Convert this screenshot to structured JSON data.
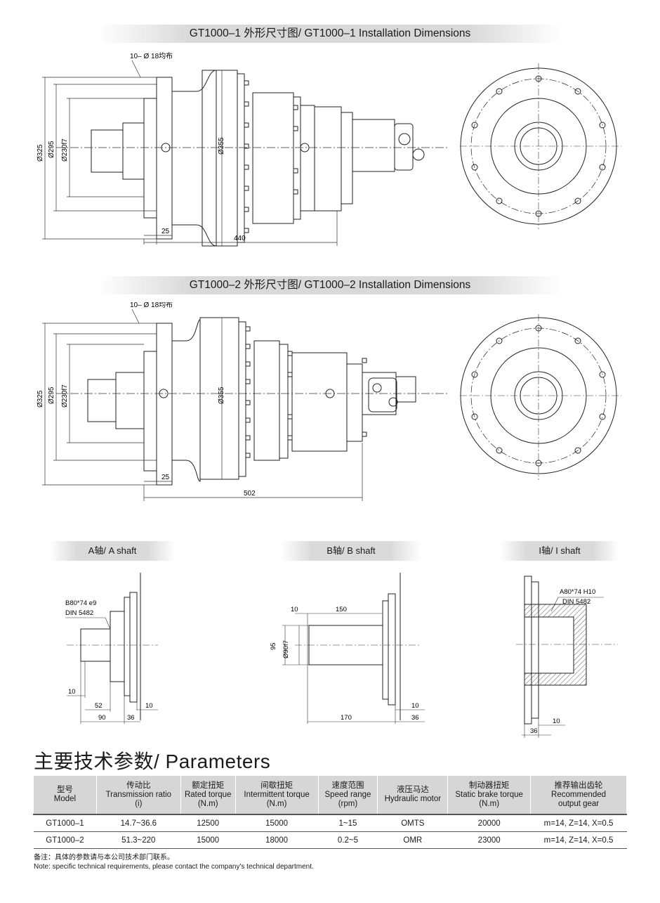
{
  "section1": {
    "title": "GT1000–1 外形尺寸图/ GT1000–1 Installation Dimensions",
    "hole_note": "10– Ø 18均布",
    "dims": {
      "d325": "Ø325",
      "d295": "Ø295",
      "d230": "Ø230f7",
      "d355": "Ø355",
      "flange": "25",
      "length": "440"
    }
  },
  "section2": {
    "title": "GT1000–2 外形尺寸图/ GT1000–2 Installation Dimensions",
    "hole_note": "10– Ø 18均布",
    "dims": {
      "d325": "Ø325",
      "d295": "Ø295",
      "d230": "Ø230f7",
      "d355": "Ø355",
      "flange": "25",
      "length": "502"
    }
  },
  "shafts": {
    "a": {
      "title": "A轴/ A shaft",
      "spline": "B80*74 e9",
      "std": "DIN 5482",
      "d10": "10",
      "d52": "52",
      "d90": "90",
      "d36": "36",
      "d10b": "10"
    },
    "b": {
      "title": "B轴/ B shaft",
      "d10": "10",
      "d150": "150",
      "d95": "95",
      "d90": "Ø90f7",
      "d10b": "10",
      "d170": "170",
      "d36": "36"
    },
    "i": {
      "title": "I轴/ I shaft",
      "spline": "A80*74  H10",
      "std": "DIN 5482",
      "d10": "10",
      "d36": "36"
    }
  },
  "params": {
    "title": "主要技术参数/ Parameters",
    "headers": [
      {
        "cn": "型号",
        "en": "Model",
        "unit": ""
      },
      {
        "cn": "传动比",
        "en": "Transmission ratio",
        "unit": "(i)"
      },
      {
        "cn": "额定扭矩",
        "en": "Rated torque",
        "unit": "(N.m)"
      },
      {
        "cn": "间歇扭矩",
        "en": "Intermittent torque",
        "unit": "(N.m)"
      },
      {
        "cn": "速度范围",
        "en": "Speed range",
        "unit": "(rpm)"
      },
      {
        "cn": "液压马达",
        "en": "Hydraulic motor",
        "unit": ""
      },
      {
        "cn": "制动器扭矩",
        "en": "Static brake torque",
        "unit": "(N.m)"
      },
      {
        "cn": "推荐输出齿轮",
        "en": "Recommended",
        "unit": "output gear"
      }
    ],
    "rows": [
      [
        "GT1000–1",
        "14.7~36.6",
        "12500",
        "15000",
        "1~15",
        "OMTS",
        "20000",
        "m=14, Z=14, X=0.5"
      ],
      [
        "GT1000–2",
        "51.3~220",
        "15000",
        "18000",
        "0.2~5",
        "OMR",
        "23000",
        "m=14, Z=14, X=0.5"
      ]
    ]
  },
  "note": {
    "cn": "备注：具体的参数请与本公司技术部门联系。",
    "en": "Note: specific technical requirements, please contact the company's technical department."
  }
}
